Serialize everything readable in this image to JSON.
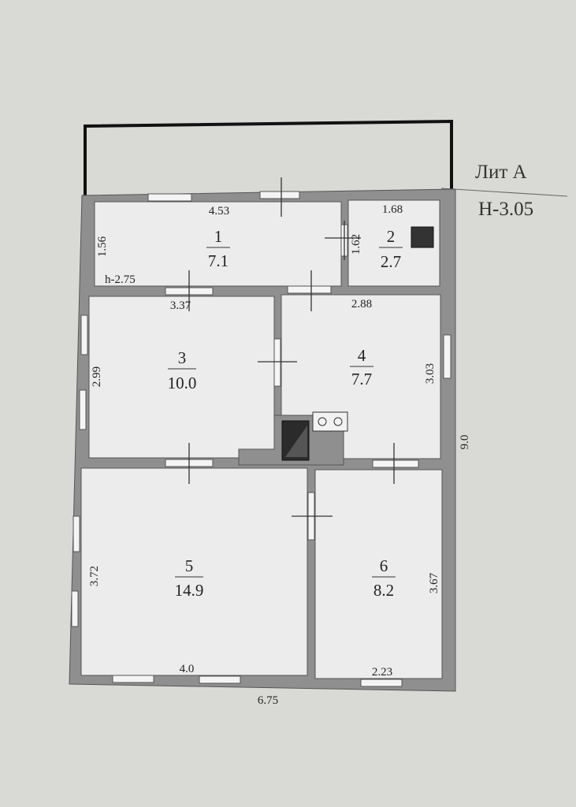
{
  "title": {
    "letter": "Лит А",
    "height": "Н-3.05"
  },
  "rooms": [
    {
      "number": "1",
      "area": "7.1"
    },
    {
      "number": "2",
      "area": "2.7"
    },
    {
      "number": "3",
      "area": "10.0"
    },
    {
      "number": "4",
      "area": "7.7"
    },
    {
      "number": "5",
      "area": "14.9"
    },
    {
      "number": "6",
      "area": "8.2"
    }
  ],
  "dimensions": {
    "r1_width": "4.53",
    "r1_depth": "1.56",
    "r1_height": "h-2.75",
    "r2_width": "1.68",
    "r2_depth": "1.62",
    "r3_width": "3.37",
    "r3_depth": "2.99",
    "r4_width": "2.88",
    "r4_depth": "3.03",
    "r5_depth": "3.72",
    "r5_width": "4.0",
    "r6_depth": "3.67",
    "r6_width": "2.23",
    "total_length": "9.0",
    "total_width": "6.75"
  },
  "colors": {
    "wall": "#8f8f8f",
    "floor": "#ececec",
    "paper": "#d9d9d6",
    "frame": "#111111"
  },
  "icons": [
    "stove-icon",
    "cooktop-icon",
    "chimney-icon"
  ]
}
